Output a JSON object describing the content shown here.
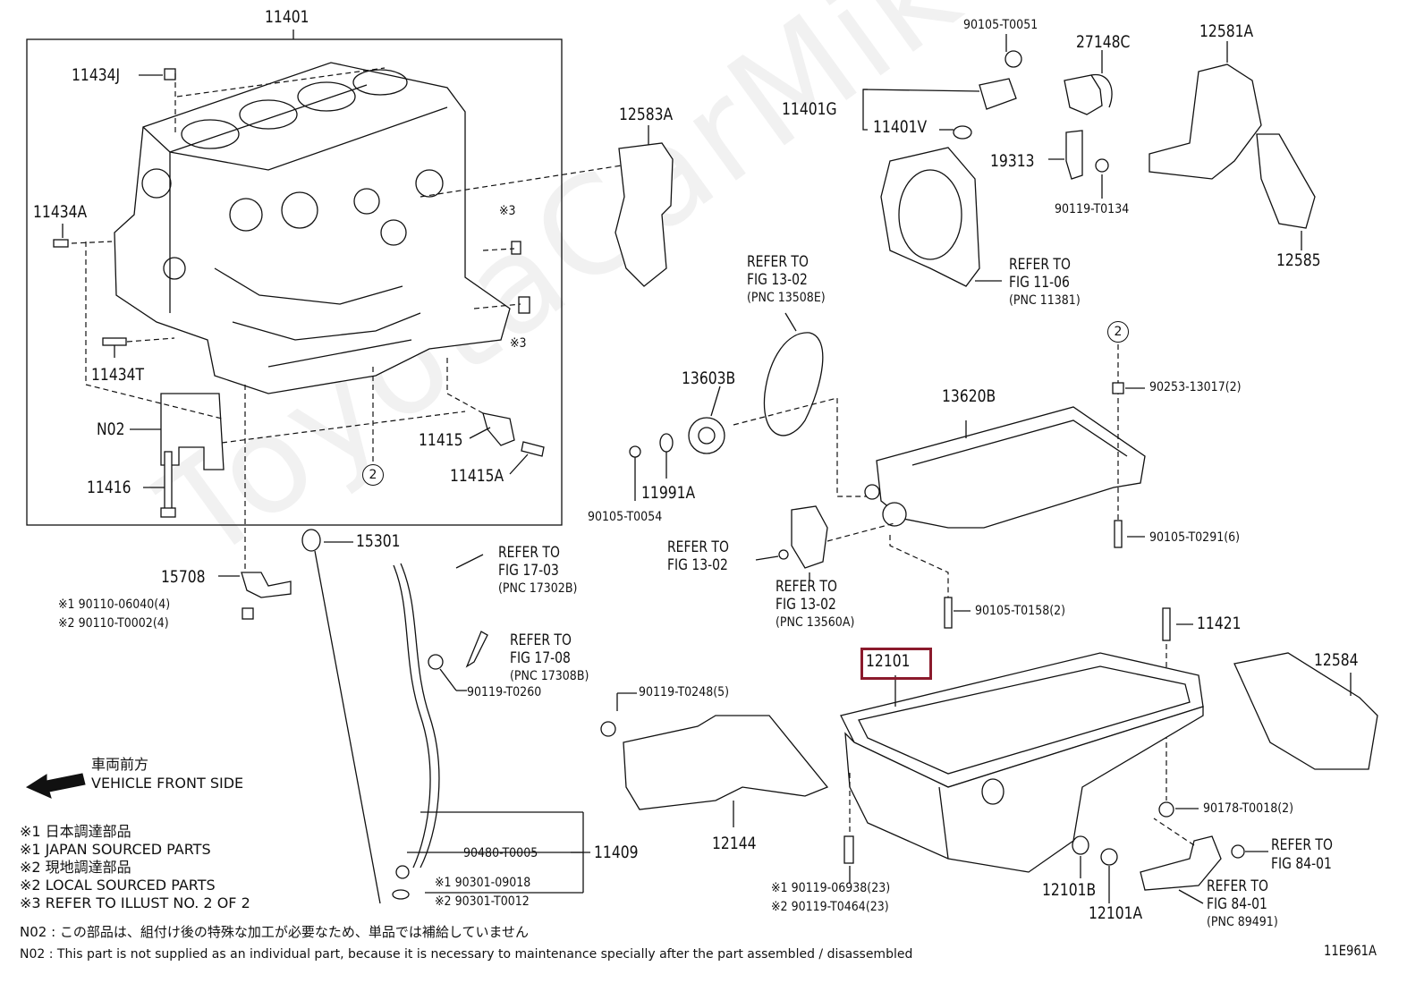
{
  "diagram_id": "11E961A",
  "watermark": "ToyotaCarMike.ru",
  "labels": {
    "p11401": "11401",
    "p11434J": "11434J",
    "p11434A": "11434A",
    "p11434T": "11434T",
    "pN02": "N02",
    "p11416": "11416",
    "p11415": "11415",
    "p11415A": "11415A",
    "p12583A": "12583A",
    "p15301": "15301",
    "p15708": "15708",
    "p15708_b1": "※1 90110-06040(4)",
    "p15708_b2": "※2 90110-T0002(4)",
    "p90105T0051": "90105-T0051",
    "p27148C": "27148C",
    "p12581A": "12581A",
    "p11401G": "11401G",
    "p11401V": "11401V",
    "p19313": "19313",
    "p90119T0134": "90119-T0134",
    "p12585": "12585",
    "p13603B": "13603B",
    "p11991A": "11991A",
    "p90105T0054": "90105-T0054",
    "p13620B": "13620B",
    "p90253": "90253-13017(2)",
    "p90105T0291": "90105-T0291(6)",
    "p90105T0158": "90105-T0158(2)",
    "p11421": "11421",
    "p12101": "12101",
    "p12584": "12584",
    "p90119T0260": "90119-T0260",
    "p90119T0248": "90119-T0248(5)",
    "p12144": "12144",
    "p90480": "90480-T0005",
    "p11409": "11409",
    "p90301_1": "※1 90301-09018",
    "p90301_2": "※2 90301-T0012",
    "p90119_06938": "※1 90119-06938(23)",
    "p90119_T0464": "※2 90119-T0464(23)",
    "p12101B": "12101B",
    "p12101A": "12101A",
    "p90178": "90178-T0018(2)",
    "mark3a": "※3",
    "mark3b": "※3"
  },
  "references": {
    "r13_02a": [
      "REFER TO",
      "FIG 13-02",
      "(PNC 13508E)"
    ],
    "r11_06": [
      "REFER TO",
      "FIG 11-06",
      "(PNC 11381)"
    ],
    "r13_02b": [
      "REFER TO",
      "FIG 13-02"
    ],
    "r13_02c": [
      "REFER TO",
      "FIG 13-02",
      "(PNC 13560A)"
    ],
    "r17_03": [
      "REFER TO",
      "FIG 17-03",
      "(PNC 17302B)"
    ],
    "r17_08": [
      "REFER TO",
      "FIG 17-08",
      "(PNC 17308B)"
    ],
    "r84_01a": [
      "REFER TO",
      "FIG 84-01"
    ],
    "r84_01b": [
      "REFER TO",
      "FIG 84-01",
      "(PNC 89491)"
    ]
  },
  "callouts": {
    "c2_block": "2",
    "c2_right": "2"
  },
  "direction": {
    "jp": "車両前方",
    "en": "VEHICLE FRONT SIDE"
  },
  "legend": [
    "※1  日本調達部品",
    "※1  JAPAN SOURCED PARTS",
    "※2  現地調達部品",
    "※2  LOCAL SOURCED PARTS",
    "※3  REFER TO ILLUST NO. 2 OF 2"
  ],
  "notes": [
    "N02 : この部品は、組付け後の特殊な加工が必要なため、単品では補給していません",
    "N02 : This part is not supplied as an individual part, because it is necessary to maintenance specially after the part assembled / disassembled"
  ],
  "highlight_color": "#8b1a2c"
}
